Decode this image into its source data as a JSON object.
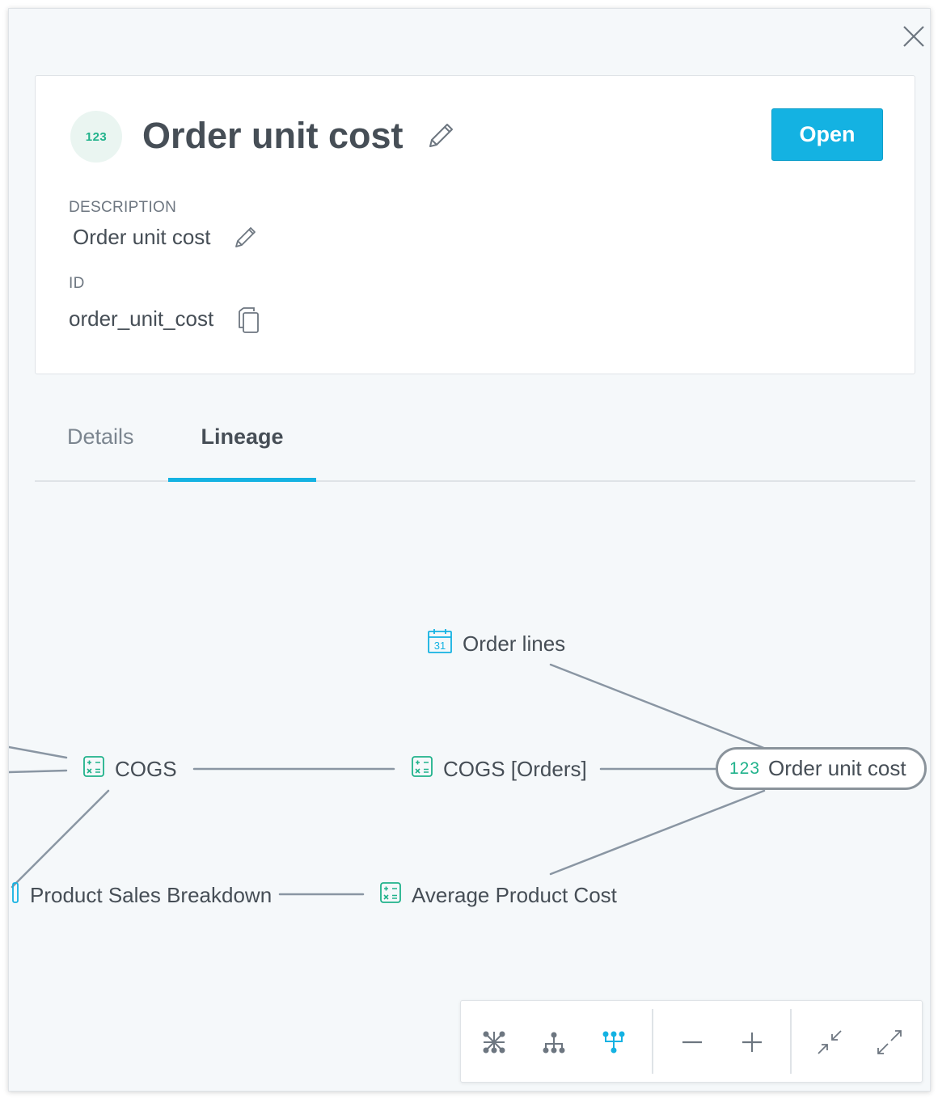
{
  "header": {
    "type_badge": "123",
    "title": "Order unit cost",
    "open_label": "Open"
  },
  "fields": {
    "description_label": "DESCRIPTION",
    "description_value": "Order unit cost",
    "id_label": "ID",
    "id_value": "order_unit_cost"
  },
  "tabs": [
    {
      "label": "Details",
      "active": false
    },
    {
      "label": "Lineage",
      "active": true
    }
  ],
  "lineage": {
    "nodes": {
      "order_lines": {
        "label": "Order lines",
        "icon": "calendar-icon",
        "icon_text": "31"
      },
      "cogs": {
        "label": "COGS",
        "icon": "calculator-icon"
      },
      "cogs_orders": {
        "label": "COGS [Orders]",
        "icon": "calculator-icon"
      },
      "order_unit_cost": {
        "label": "Order unit cost",
        "icon": "number-icon",
        "icon_text": "123"
      },
      "product_sales_breakdown": {
        "label": "Product Sales Breakdown",
        "icon": "dashboard-icon"
      },
      "average_product_cost": {
        "label": "Average Product Cost",
        "icon": "calculator-icon"
      }
    }
  },
  "toolbar": {
    "buttons": [
      "show-all-icon",
      "upstream-icon",
      "downstream-icon",
      "zoom-out-icon",
      "zoom-in-icon",
      "collapse-icon",
      "expand-icon"
    ],
    "active_button": "downstream-icon"
  },
  "colors": {
    "accent": "#14b2e2",
    "teal": "#20b28b",
    "text": "#464e56",
    "muted": "#7b858f",
    "edge": "#8a96a3"
  }
}
